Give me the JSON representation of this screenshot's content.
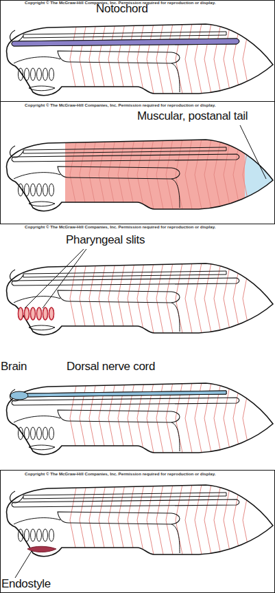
{
  "diagram": {
    "labels": [
      "Copyright © The McGraw-Hill Companies, Inc. Permission required for reproduction or display.",
      "Notochord",
      "Copyright © The McGraw-Hill Companies, Inc. Permission required for reproduction or display.",
      "Muscular, postanal tail",
      "Copyright © The McGraw-Hill Companies, Inc. Permission required for reproduction or display.",
      "Pharyngeal slits",
      "Brain",
      "Dorsal nerve cord",
      "Copyright © The McGraw-Hill Companies, Inc. Permission required for reproduction or display.",
      "Endostyle"
    ]
  }
}
